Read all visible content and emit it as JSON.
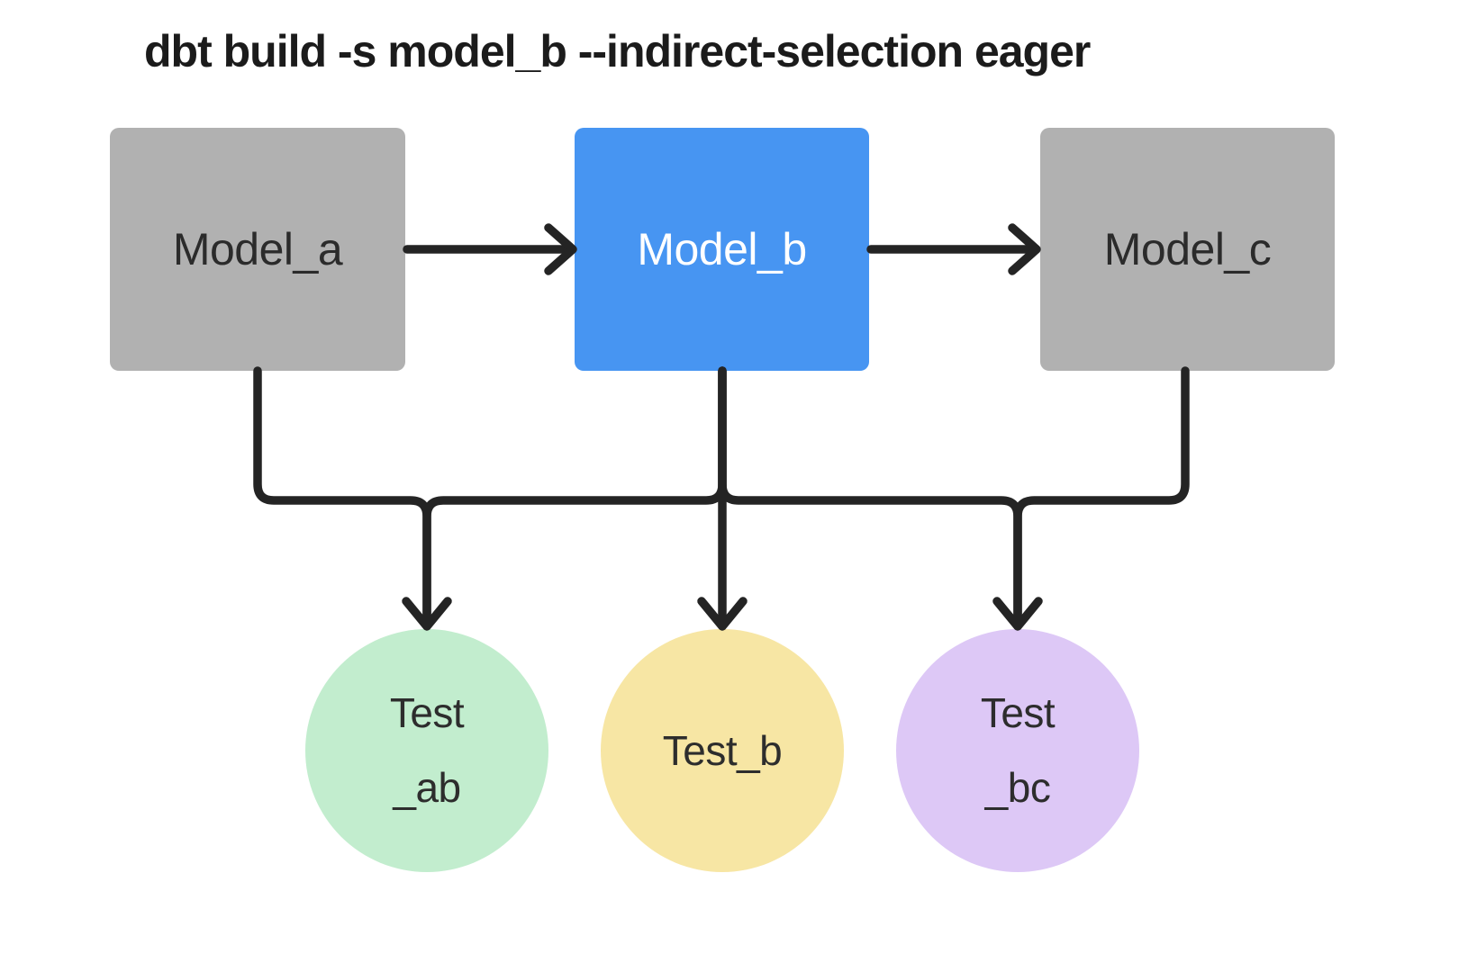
{
  "title": "dbt build -s model_b --indirect-selection eager",
  "colors": {
    "background": "#ffffff",
    "edge": "#242424",
    "model_default_fill": "#b1b1b1",
    "selected_model_fill": "#4795f2",
    "test_ab_fill": "#c2edce",
    "test_b_fill": "#f7e6a4",
    "test_bc_fill": "#ddc8f6",
    "dark_text": "#2b2b2b",
    "light_text": "#ffffff"
  },
  "nodes": {
    "model_a": {
      "label": "Model_a",
      "type": "model",
      "fill": "#b1b1b1",
      "text_color": "#2b2b2b"
    },
    "model_b": {
      "label": "Model_b",
      "type": "model",
      "selected": true,
      "fill": "#4795f2",
      "text_color": "#ffffff"
    },
    "model_c": {
      "label": "Model_c",
      "type": "model",
      "fill": "#b1b1b1",
      "text_color": "#2b2b2b"
    },
    "test_ab": {
      "line1": "Test",
      "line2": "_ab",
      "type": "test",
      "fill": "#c2edce",
      "text_color": "#2d2d2d"
    },
    "test_b": {
      "line1": "Test_b",
      "type": "test",
      "fill": "#f7e6a4",
      "text_color": "#2d2d2d"
    },
    "test_bc": {
      "line1": "Test",
      "line2": "_bc",
      "type": "test",
      "fill": "#ddc8f6",
      "text_color": "#2d2d2d"
    }
  },
  "edges": [
    {
      "from": "model_a",
      "to": "model_b"
    },
    {
      "from": "model_b",
      "to": "model_c"
    },
    {
      "from": "model_a",
      "to": "test_ab"
    },
    {
      "from": "model_b",
      "to": "test_ab"
    },
    {
      "from": "model_b",
      "to": "test_b"
    },
    {
      "from": "model_b",
      "to": "test_bc"
    },
    {
      "from": "model_c",
      "to": "test_bc"
    }
  ]
}
